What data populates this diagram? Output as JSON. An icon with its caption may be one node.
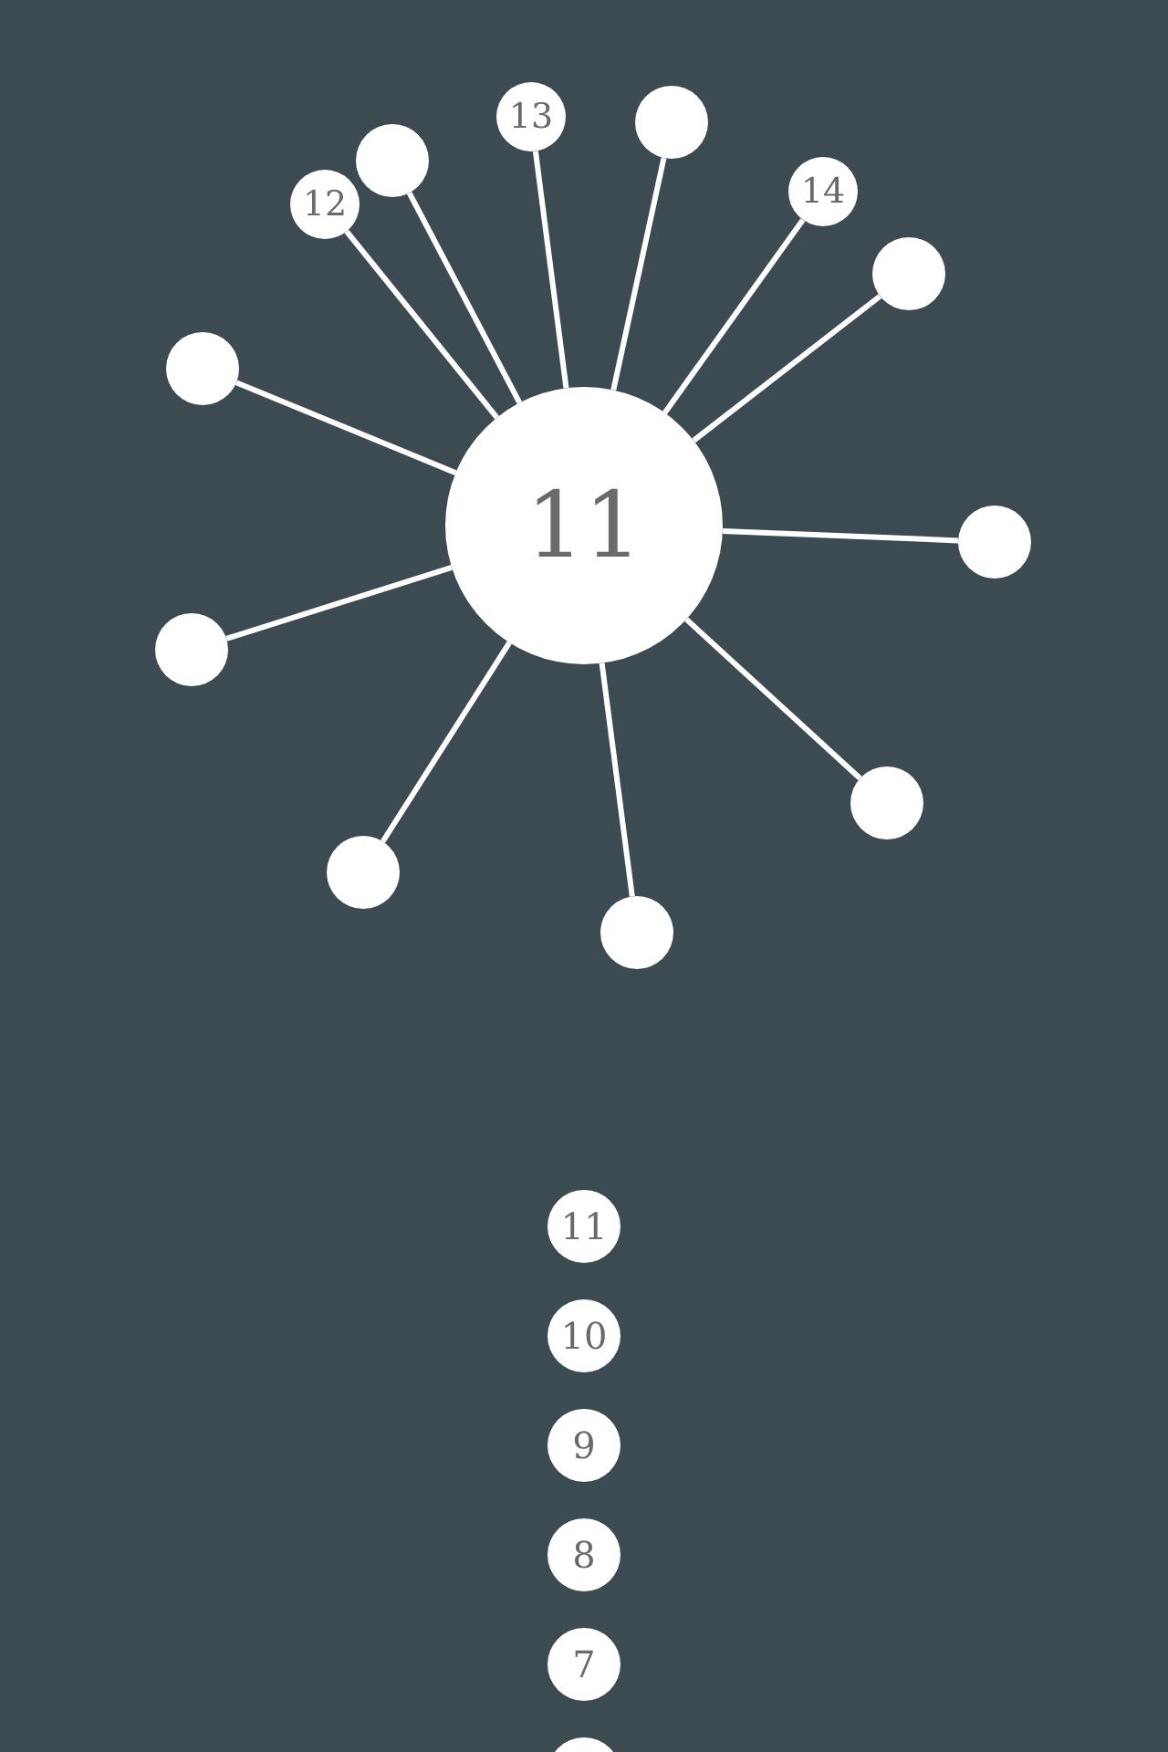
{
  "diagram": {
    "nodes": [
      {
        "text": [
          "11"
        ]
      },
      {
        "text": [
          "12"
        ]
      },
      {
        "text": [],
        "shape": "circle"
      },
      {
        "text": [
          "13"
        ]
      },
      {
        "text": [],
        "shape": "circle"
      },
      {
        "text": [
          "14"
        ]
      },
      {
        "text": [],
        "shape": "circle"
      },
      {
        "text": [],
        "shape": "circle"
      },
      {
        "text": [],
        "shape": "circle"
      },
      {
        "text": [],
        "shape": "circle"
      },
      {
        "text": [],
        "shape": "circle"
      },
      {
        "text": [],
        "shape": "circle"
      },
      {
        "text": [],
        "shape": "circle"
      },
      {
        "text": [
          "11"
        ]
      },
      {
        "text": [
          "10"
        ]
      },
      {
        "text": [
          "9"
        ]
      },
      {
        "text": [
          "8"
        ]
      },
      {
        "text": [
          "7"
        ]
      },
      {
        "text": [],
        "shape": "circle"
      }
    ],
    "edges": [
      {
        "from": 0,
        "to": 1,
        "arrow": "none"
      },
      {
        "from": 0,
        "to": 2,
        "arrow": "none"
      },
      {
        "from": 0,
        "to": 3,
        "arrow": "none"
      },
      {
        "from": 0,
        "to": 4,
        "arrow": "none"
      },
      {
        "from": 0,
        "to": 5,
        "arrow": "none"
      },
      {
        "from": 0,
        "to": 6,
        "arrow": "none"
      },
      {
        "from": 0,
        "to": 7,
        "arrow": "none"
      },
      {
        "from": 0,
        "to": 8,
        "arrow": "none"
      },
      {
        "from": 0,
        "to": 9,
        "arrow": "none"
      },
      {
        "from": 0,
        "to": 10,
        "arrow": "none"
      },
      {
        "from": 0,
        "to": 11,
        "arrow": "none"
      },
      {
        "from": 0,
        "to": 12,
        "arrow": "none"
      }
    ]
  }
}
